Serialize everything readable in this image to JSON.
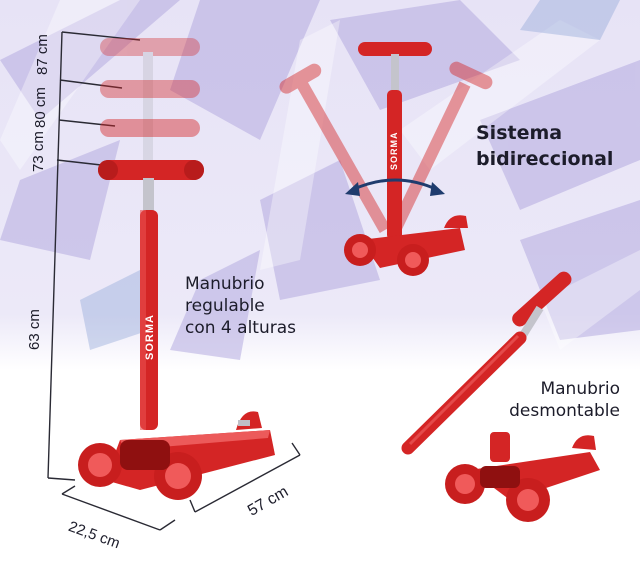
{
  "product": {
    "brand_mark": "SORMA"
  },
  "features": {
    "bidirectional": {
      "line1": "Sistema",
      "line2": "bidireccional"
    },
    "adjustable": {
      "line1": "Manubrio",
      "line2": "regulable",
      "line3": "con 4 alturas"
    },
    "detachable": {
      "line1": "Manubrio",
      "line2": "desmontable"
    }
  },
  "dimensions": {
    "height_63": "63 cm",
    "height_73": "73 cm",
    "height_80": "80 cm",
    "height_87": "87 cm",
    "width": "22,5 cm",
    "length": "57 cm"
  },
  "colors": {
    "scooter_red": "#d42525",
    "dark_red": "#8f1010",
    "dimension_line": "#2a2a34",
    "arrow_blue": "#1f3c6e",
    "background_lilac": "#d9d4ef"
  }
}
